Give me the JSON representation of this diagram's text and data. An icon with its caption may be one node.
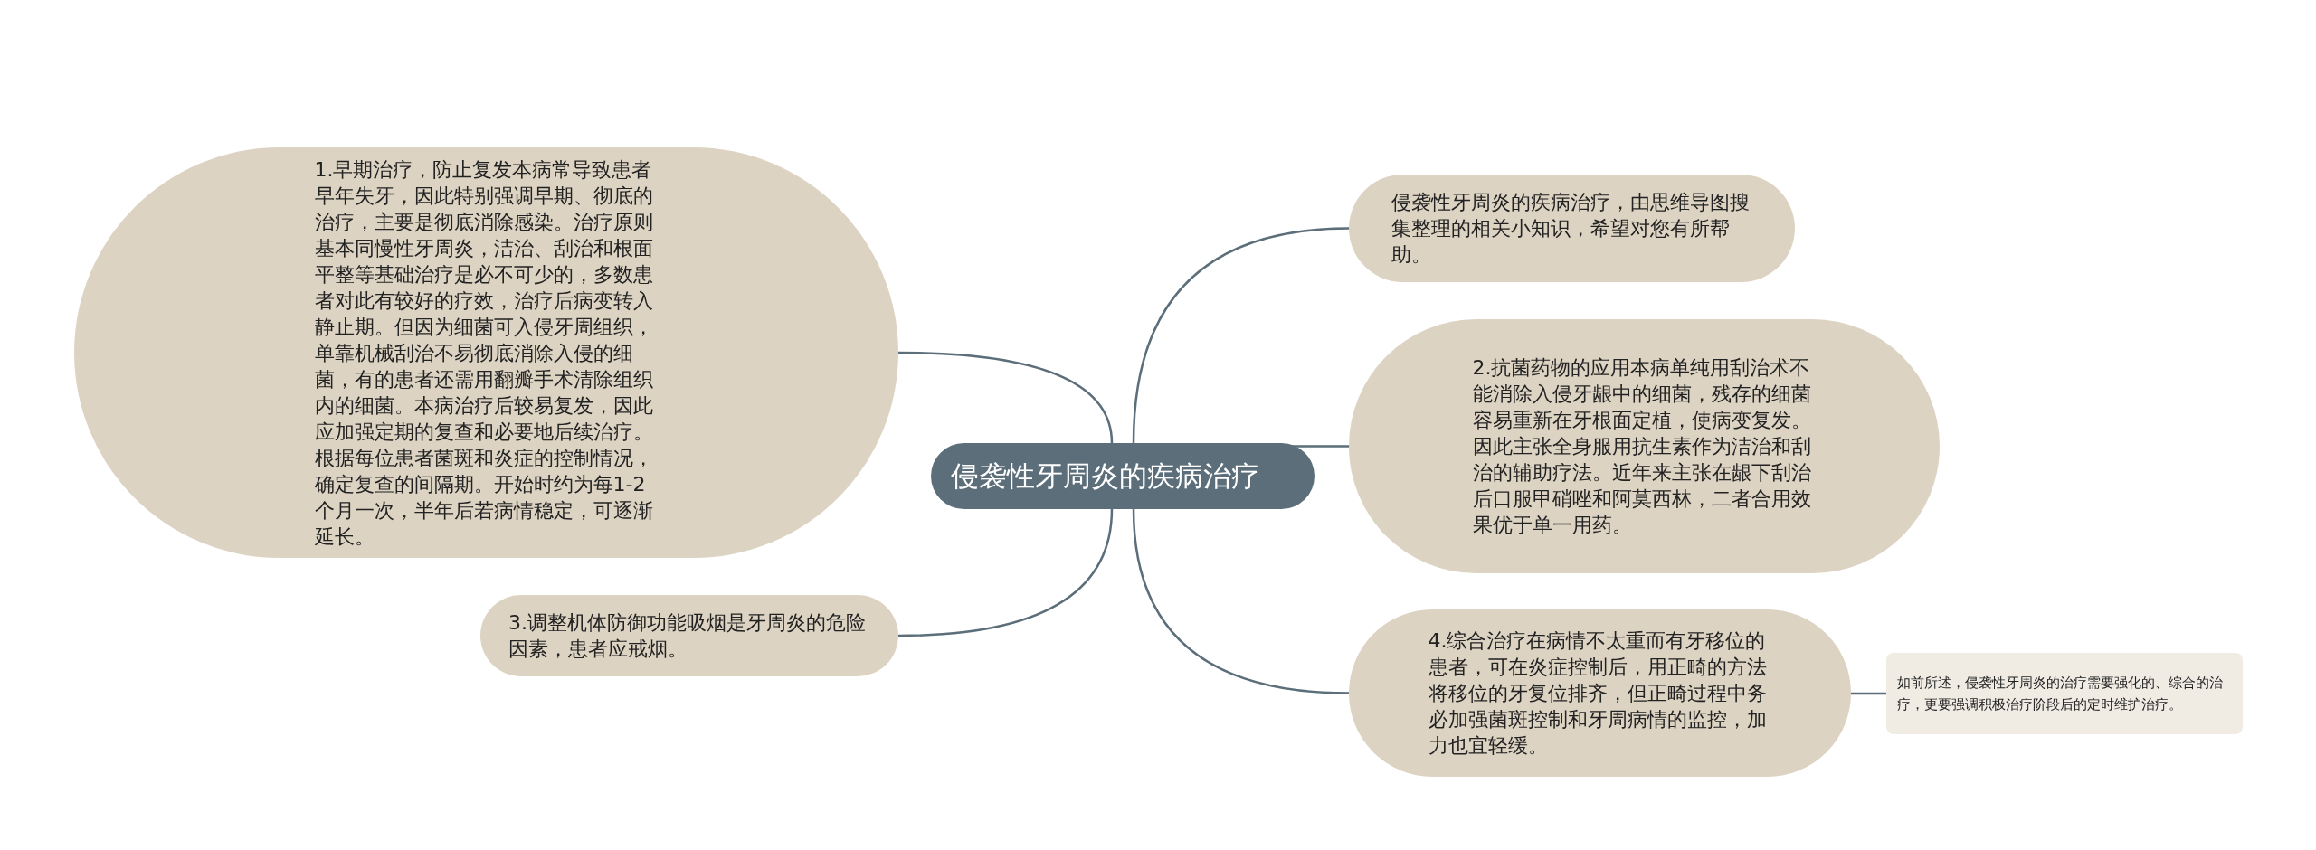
{
  "diagram": {
    "nodes": [
      {
        "text": [
          "侵袭性牙周炎的疾病治疗"
        ]
      },
      {
        "text": [
          "1.早期治疗，防止复发本病常导致患者早年失牙，因此特别强调早期、彻底的治疗，主要是彻底消除感染。治疗原则基本同慢性牙周炎，洁治、刮治和根面平整等基础治疗是必不可少的，多数患者对此有较好的疗效，治疗后病变转入静止期。但因为细菌可入侵牙周组织，单靠机械刮治不易彻底消除入侵的细菌，有的患者还需用翻瓣手术清除组织内的细菌。本病治疗后较易复发，因此应加强定期的复查和必要地后续治疗。根据每位患者菌斑和炎症的控制情况，确定复查的间隔期。开始时约为每1-2个月一次，半年后若病情稳定，可逐渐延长。"
        ]
      },
      {
        "text": [
          "侵袭性牙周炎的疾病治疗，由思维导图搜集整理的相关小知识，希望对您有所帮助。"
        ]
      },
      {
        "text": [
          "2.抗菌药物的应用本病单纯用刮治术不能消除入侵牙龈中的细菌，残存的细菌容易重新在牙根面定植，使病变复发。因此主张全身服用抗生素作为洁治和刮治的辅助疗法。近年来主张在龈下刮治后口服甲硝唑和阿莫西林，二者合用效果优于单一用药。"
        ]
      },
      {
        "text": [
          "3.调整机体防御功能吸烟是牙周炎的危险因素，患者应戒烟。"
        ]
      },
      {
        "text": [
          "4.综合治疗在病情不太重而有牙移位的患者，可在炎症控制后，用正畸的方法将移位的牙复位排齐，但正畸过程中务必加强菌斑控制和牙周病情的监控，加力也宜轻缓。"
        ]
      },
      {
        "text": [
          "如前所述，侵袭性牙周炎的治疗需要强化的、综合的治疗，更要强调积极治疗阶段后的定时维护治疗。"
        ]
      }
    ],
    "edges": [
      {
        "from": 0,
        "to": 1,
        "arrow": "none"
      },
      {
        "from": 0,
        "to": 2,
        "arrow": "none"
      },
      {
        "from": 0,
        "to": 3,
        "arrow": "none"
      },
      {
        "from": 0,
        "to": 4,
        "arrow": "none"
      },
      {
        "from": 0,
        "to": 5,
        "arrow": "none"
      },
      {
        "from": 5,
        "to": 6,
        "arrow": "none"
      }
    ]
  }
}
